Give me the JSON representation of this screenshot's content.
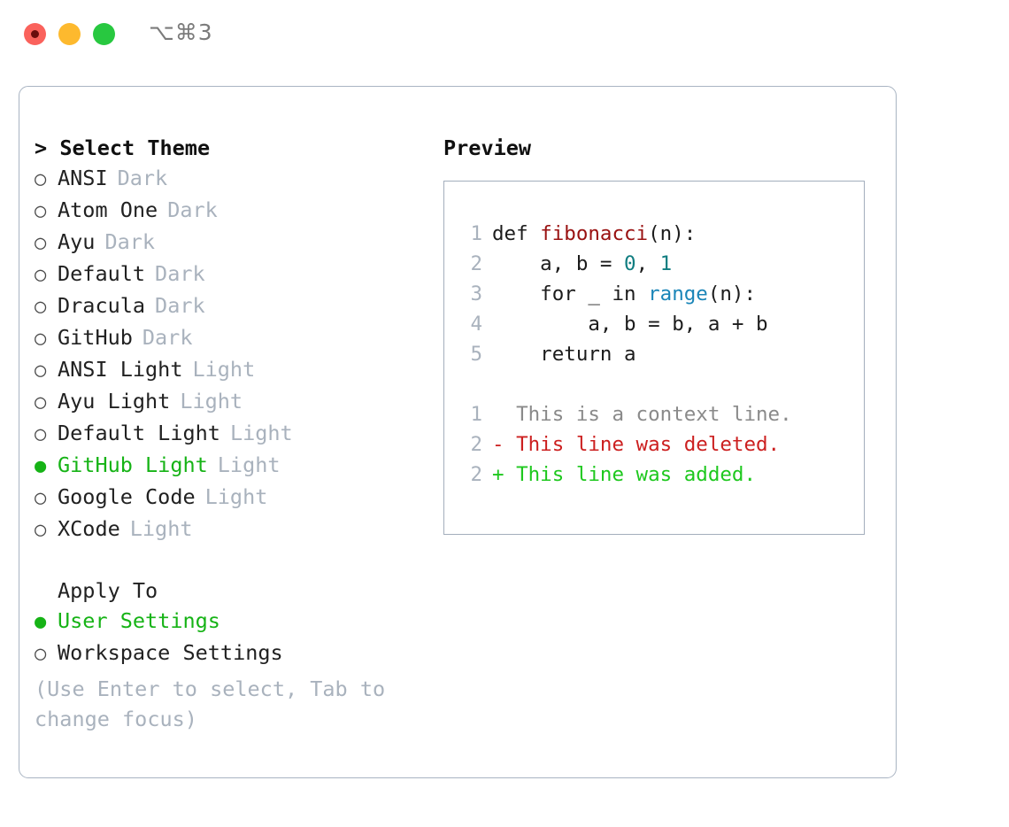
{
  "window": {
    "shortcut": "⌥⌘3",
    "traffic_lights": [
      {
        "name": "close",
        "color": "#fa625c"
      },
      {
        "name": "minimize",
        "color": "#fdb92e"
      },
      {
        "name": "zoom",
        "color": "#28c840"
      }
    ]
  },
  "theme_panel": {
    "heading": "Select Theme",
    "caret": ">",
    "marker_unselected": "○",
    "marker_selected": "●",
    "options": [
      {
        "label": "ANSI",
        "tag": "Dark",
        "selected": false
      },
      {
        "label": "Atom One",
        "tag": "Dark",
        "selected": false
      },
      {
        "label": "Ayu",
        "tag": "Dark",
        "selected": false
      },
      {
        "label": "Default",
        "tag": "Dark",
        "selected": false
      },
      {
        "label": "Dracula",
        "tag": "Dark",
        "selected": false
      },
      {
        "label": "GitHub",
        "tag": "Dark",
        "selected": false
      },
      {
        "label": "ANSI Light",
        "tag": "Light",
        "selected": false
      },
      {
        "label": "Ayu Light",
        "tag": "Light",
        "selected": false
      },
      {
        "label": "Default Light",
        "tag": "Light",
        "selected": false
      },
      {
        "label": "GitHub Light",
        "tag": "Light",
        "selected": true
      },
      {
        "label": "Google Code",
        "tag": "Light",
        "selected": false
      },
      {
        "label": "XCode",
        "tag": "Light",
        "selected": false
      }
    ]
  },
  "apply_to": {
    "heading": "Apply To",
    "options": [
      {
        "label": "User Settings",
        "selected": true
      },
      {
        "label": "Workspace Settings",
        "selected": false
      }
    ]
  },
  "hint": "(Use Enter to select, Tab to change focus)",
  "preview": {
    "title": "Preview",
    "code_lines": [
      {
        "no": "1",
        "segments": [
          {
            "text": "def ",
            "cls": "code-text"
          },
          {
            "text": "fibonacci",
            "cls": "tok-fn"
          },
          {
            "text": "(n):",
            "cls": "code-text"
          }
        ]
      },
      {
        "no": "2",
        "segments": [
          {
            "text": "    a, b = ",
            "cls": "code-text"
          },
          {
            "text": "0",
            "cls": "tok-num"
          },
          {
            "text": ", ",
            "cls": "code-text"
          },
          {
            "text": "1",
            "cls": "tok-num"
          }
        ]
      },
      {
        "no": "3",
        "segments": [
          {
            "text": "    for _ in ",
            "cls": "code-text"
          },
          {
            "text": "range",
            "cls": "tok-builtin"
          },
          {
            "text": "(n):",
            "cls": "code-text"
          }
        ]
      },
      {
        "no": "4",
        "segments": [
          {
            "text": "        a, b = b, a + b",
            "cls": "code-text"
          }
        ]
      },
      {
        "no": "5",
        "segments": [
          {
            "text": "    return a",
            "cls": "code-text"
          }
        ]
      }
    ],
    "diff_lines": [
      {
        "no": "1",
        "segments": [
          {
            "text": "  This is a context line.",
            "cls": "diff-ctx"
          }
        ]
      },
      {
        "no": "2",
        "segments": [
          {
            "text": "- This line was deleted.",
            "cls": "diff-del"
          }
        ]
      },
      {
        "no": "2",
        "segments": [
          {
            "text": "+ This line was added.",
            "cls": "diff-add"
          }
        ]
      }
    ]
  },
  "colors": {
    "accent_green": "#16b316",
    "muted": "#a9b2bd",
    "border": "#a9b4c2",
    "function_red": "#991111",
    "number_teal": "#0f7d80",
    "builtin_blue": "#1a85b8",
    "diff_delete": "#cc2020",
    "diff_add": "#1ec81e"
  }
}
